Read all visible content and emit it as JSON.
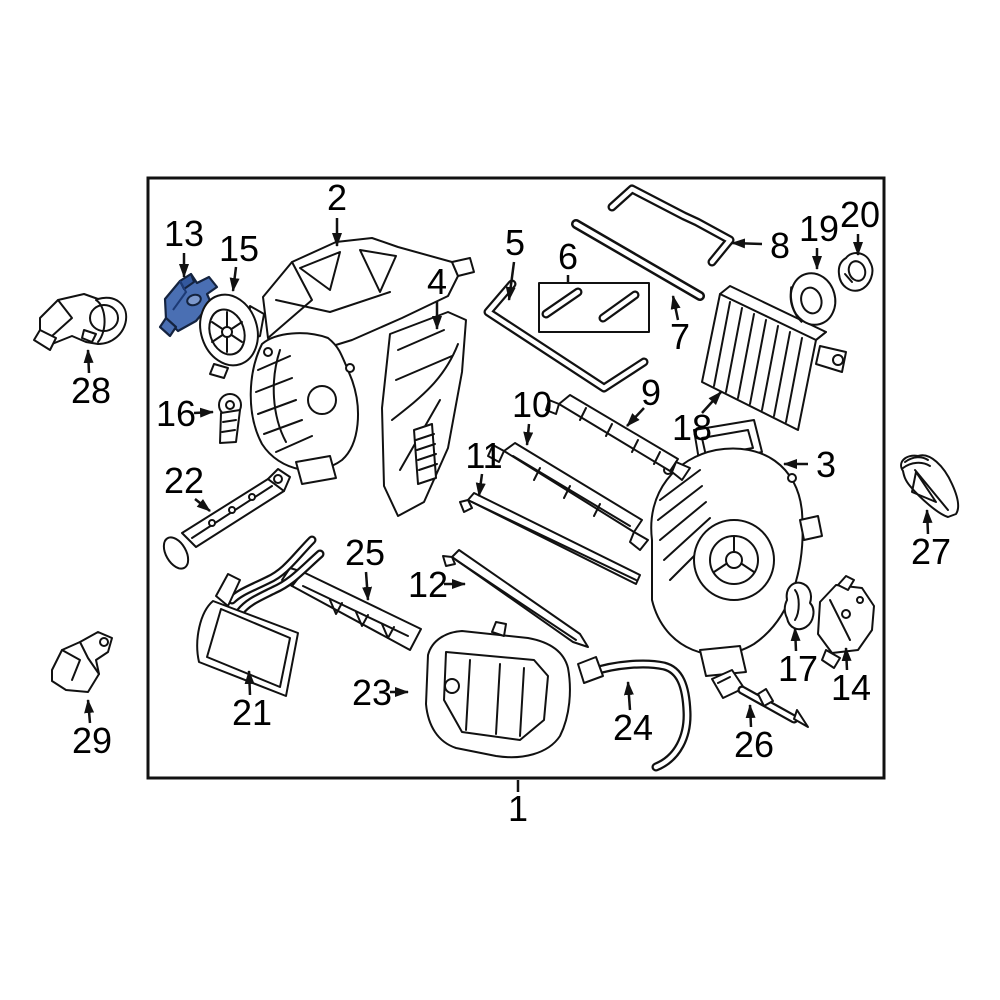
{
  "diagram": {
    "kind": "exploded-parts-diagram",
    "colors": {
      "highlight-fill": "#4a6fb3",
      "highlight-shade": "#33589e",
      "highlight-light": "#7d99cd",
      "line-color": "#111111"
    },
    "highlighted_part": "13",
    "labels": {
      "p1": "1",
      "p2": "2",
      "p3": "3",
      "p4": "4",
      "p5": "5",
      "p6": "6",
      "p7": "7",
      "p8": "8",
      "p9": "9",
      "p10": "10",
      "p11": "11",
      "p12": "12",
      "p13": "13",
      "p14": "14",
      "p15": "15",
      "p16": "16",
      "p17": "17",
      "p18": "18",
      "p19": "19",
      "p20": "20",
      "p21": "21",
      "p22": "22",
      "p23": "23",
      "p24": "24",
      "p25": "25",
      "p26": "26",
      "p27": "27",
      "p28": "28",
      "p29": "29"
    }
  }
}
